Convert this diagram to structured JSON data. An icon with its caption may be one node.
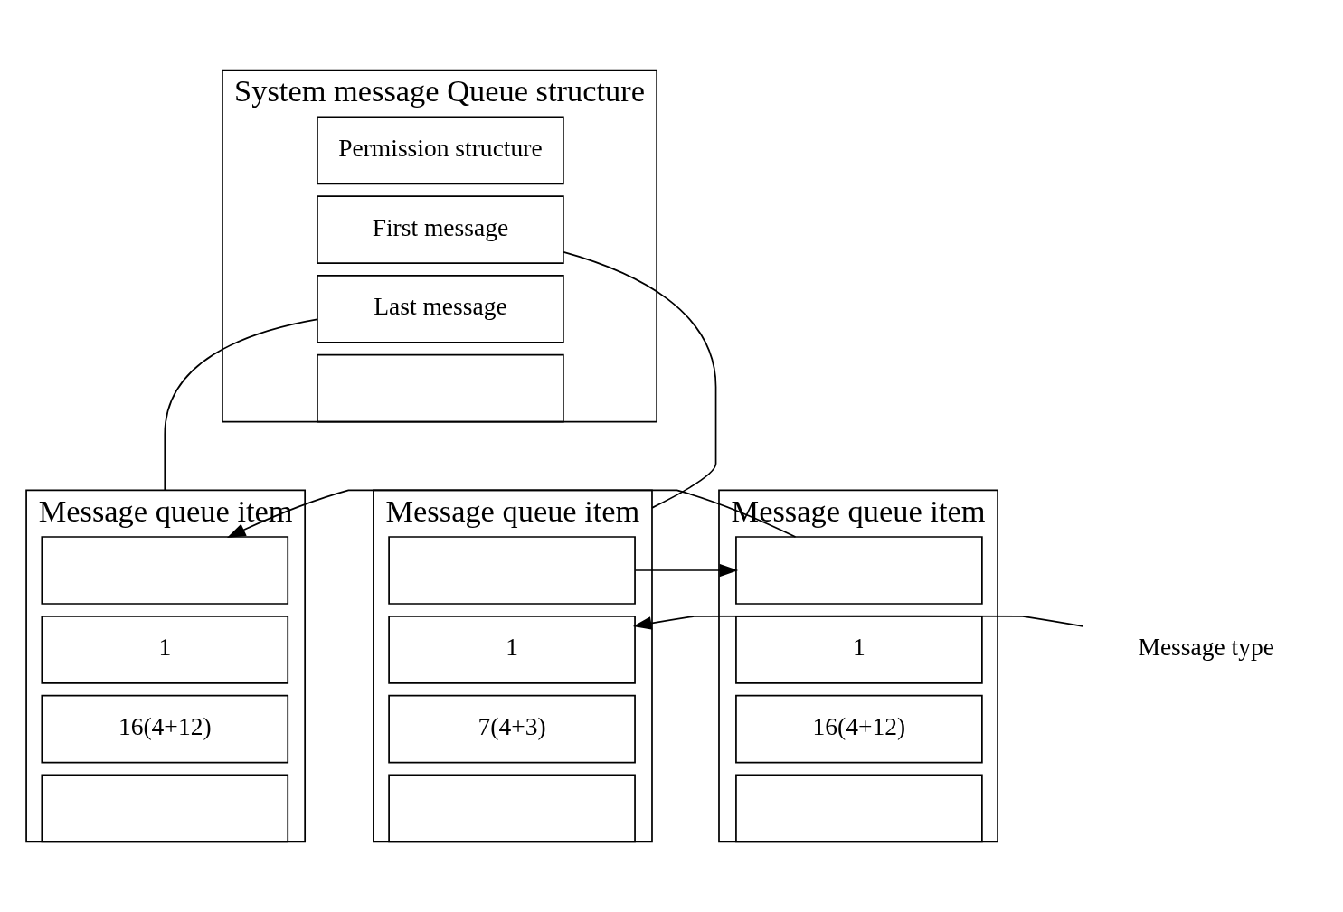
{
  "diagram": {
    "nodes": [
      {
        "text": [
          "System message Queue structure"
        ]
      },
      {
        "text": [
          "Permission structure"
        ],
        "in": 0
      },
      {
        "text": [
          "First message"
        ],
        "in": 0
      },
      {
        "text": [
          "Last message"
        ],
        "in": 0
      },
      {
        "text": [],
        "shape": "box",
        "in": 0
      },
      {
        "text": [
          "Message queue item"
        ]
      },
      {
        "text": [],
        "shape": "box",
        "in": 5
      },
      {
        "text": [
          "1"
        ],
        "in": 5
      },
      {
        "text": [
          "7(4+3)"
        ],
        "in": 5
      },
      {
        "text": [],
        "shape": "box",
        "in": 5
      },
      {
        "text": [
          "Message queue item"
        ]
      },
      {
        "text": [],
        "shape": "box",
        "in": 10
      },
      {
        "text": [
          "1"
        ],
        "in": 10
      },
      {
        "text": [
          "16(4+12)"
        ],
        "in": 10
      },
      {
        "text": [],
        "shape": "box",
        "in": 10
      },
      {
        "text": [
          "Message queue item"
        ]
      },
      {
        "text": [],
        "shape": "box",
        "in": 15
      },
      {
        "text": [
          "1"
        ],
        "in": 15
      },
      {
        "text": [
          "16(4+12)"
        ],
        "in": 15
      },
      {
        "text": [],
        "shape": "box",
        "in": 15
      },
      {
        "text": [
          "Message type"
        ]
      }
    ],
    "edges": [
      {
        "from": 2,
        "to": 5,
        "arrow": "none"
      },
      {
        "from": 3,
        "to": 15,
        "arrow": "none"
      },
      {
        "from": 6,
        "to": 11,
        "arrow": "to"
      },
      {
        "from": 11,
        "to": 16,
        "arrow": "to"
      },
      {
        "from": 20,
        "to": 7,
        "arrow": "to"
      }
    ]
  }
}
